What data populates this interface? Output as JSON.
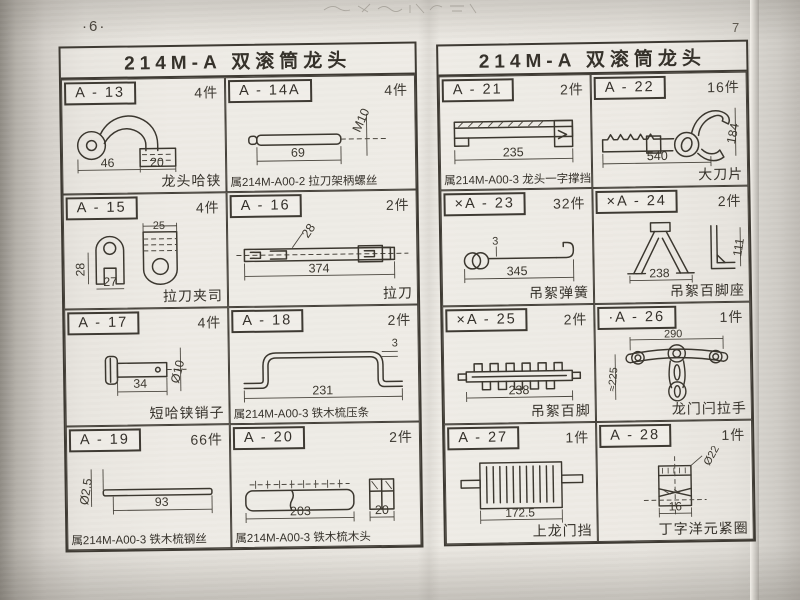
{
  "pages": {
    "left": {
      "page_number": "·6·",
      "title": "214M-A  双滚筒龙头",
      "cells": [
        {
          "part_no": "A - 13",
          "qty": "4件",
          "caption": "龙头哈铗",
          "dims": {
            "d1": "46",
            "d2": "20"
          }
        },
        {
          "part_no": "A - 14A",
          "qty": "4件",
          "caption": "属214M-A00-2 拉刀架柄螺丝",
          "dims": {
            "d1": "69",
            "d2": "M10"
          }
        },
        {
          "part_no": "A - 15",
          "qty": "4件",
          "caption": "拉刀夹司",
          "dims": {
            "d1": "25",
            "d2": "28",
            "d3": "27"
          }
        },
        {
          "part_no": "A - 16",
          "qty": "2件",
          "caption": "拉刀",
          "dims": {
            "d1": "28",
            "d2": "374"
          }
        },
        {
          "part_no": "A - 17",
          "qty": "4件",
          "caption": "短哈铗销子",
          "dims": {
            "d1": "34",
            "d2": "Ø10"
          }
        },
        {
          "part_no": "A - 18",
          "qty": "2件",
          "caption": "属214M-A00-3 铁木梳压条",
          "dims": {
            "d1": "231",
            "d2": "3"
          }
        },
        {
          "part_no": "A - 19",
          "qty": "66件",
          "caption": "属214M-A00-3 铁木梳钢丝",
          "dims": {
            "d1": "Ø2.5",
            "d2": "93"
          }
        },
        {
          "part_no": "A - 20",
          "qty": "2件",
          "caption": "属214M-A00-3 铁木梳木头",
          "dims": {
            "d1": "203",
            "d2": "20"
          }
        }
      ]
    },
    "right": {
      "page_number": "7",
      "title": "214M-A  双滚筒龙头",
      "cells": [
        {
          "part_no": "A - 21",
          "qty": "2件",
          "caption": "属214M-A00-3 龙头一字撑挡",
          "dims": {
            "d1": "235"
          }
        },
        {
          "part_no": "A - 22",
          "qty": "16件",
          "caption": "大刀片",
          "dims": {
            "d1": "540",
            "d2": "184"
          }
        },
        {
          "part_no": "×A - 23",
          "qty": "32件",
          "caption": "吊絮弹簧",
          "dims": {
            "d1": "3",
            "d2": "345"
          }
        },
        {
          "part_no": "×A - 24",
          "qty": "2件",
          "caption": "吊絮百脚座",
          "dims": {
            "d1": "238",
            "d2": "111"
          }
        },
        {
          "part_no": "×A - 25",
          "qty": "2件",
          "caption": "吊絮百脚",
          "dims": {
            "d1": "238"
          }
        },
        {
          "part_no": "·A - 26",
          "qty": "1件",
          "caption": "龙门闩拉手",
          "dims": {
            "d1": "290",
            "d2": "≈225"
          }
        },
        {
          "part_no": "A - 27",
          "qty": "1件",
          "caption": "上龙门挡",
          "dims": {
            "d1": "172.5"
          }
        },
        {
          "part_no": "A - 28",
          "qty": "1件",
          "caption": "丁字洋元紧圈",
          "dims": {
            "d1": "16",
            "d2": "Ø22"
          }
        }
      ]
    }
  }
}
